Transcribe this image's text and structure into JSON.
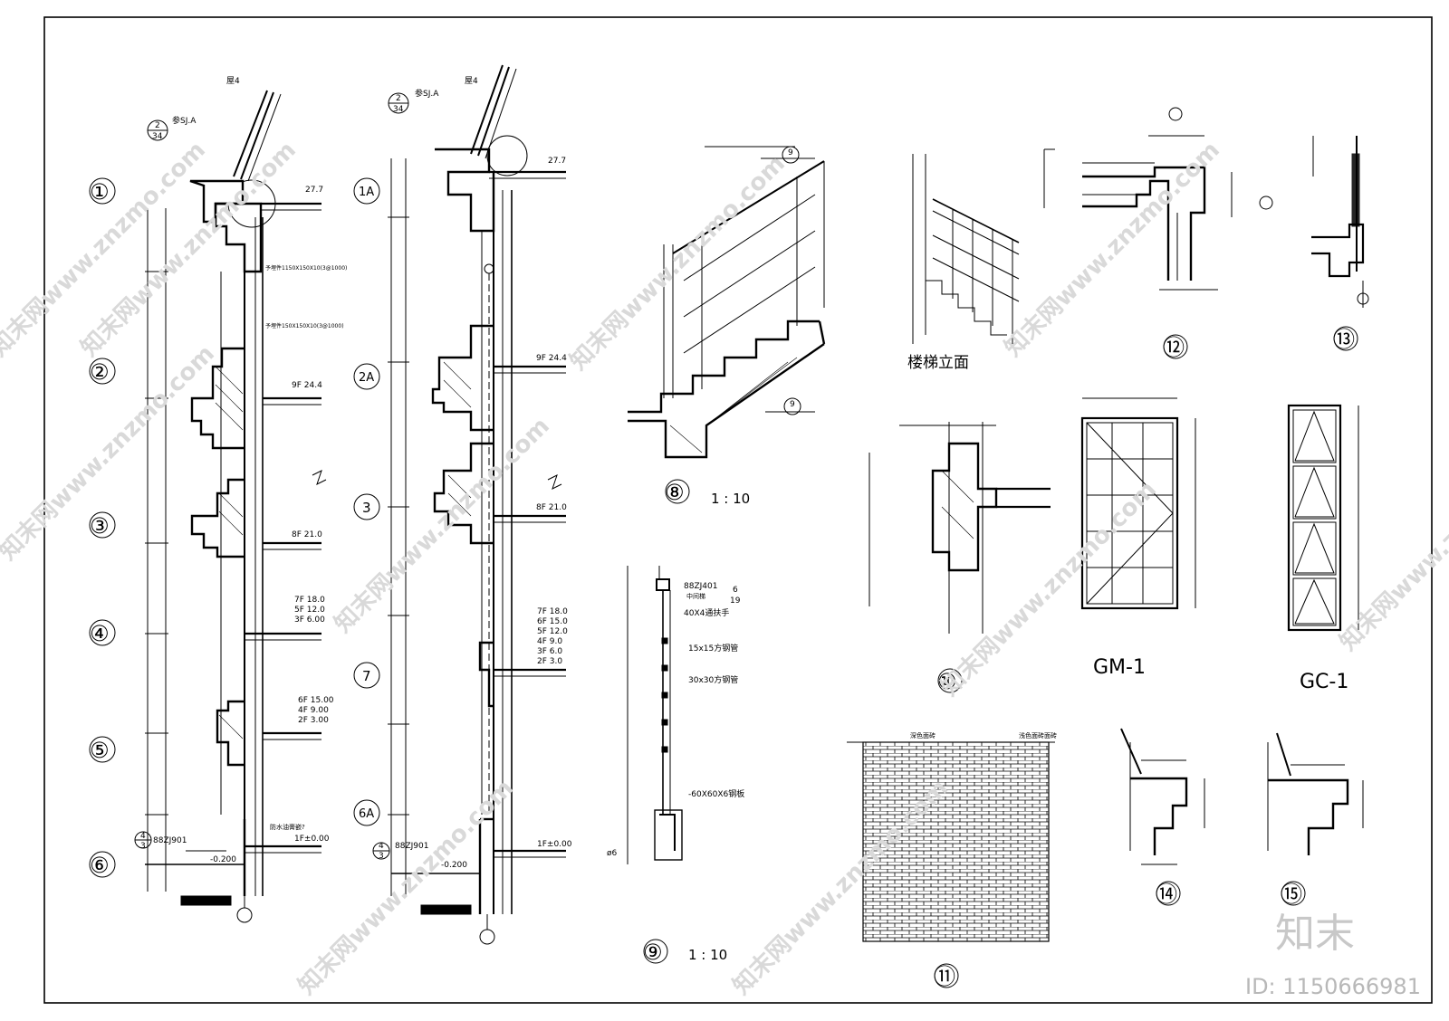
{
  "axis_labels_left": [
    "①",
    "②",
    "③",
    "④",
    "⑤",
    "⑥"
  ],
  "axis_labels_mid": [
    "1A",
    "2A",
    "3",
    "7",
    "6A"
  ],
  "section_a": {
    "ref_top": "参SJ.A",
    "note_top": "屋4",
    "idx_top": [
      "2",
      "34"
    ],
    "elev_roof": "27.7",
    "embed_1": "予埋件1150X150X10(3@1000)",
    "embed_2": "予埋件150X150X10(3@1000)",
    "floor_9": "9F 24.4",
    "floor_8": "8F 21.0",
    "floor_group_1": [
      "7F 18.0",
      "5F 12.0",
      "3F 6.00"
    ],
    "floor_group_2": [
      "6F 15.00",
      "4F 9.00",
      "2F 3.00"
    ],
    "ground": "1F±0.00",
    "outdoor": "-0.200",
    "ref_bottom": "88ZJ901",
    "idx_bottom": [
      "4",
      "3"
    ],
    "waterproof": "防水油膏嵌?"
  },
  "section_b": {
    "ref_top": "参SJ.A",
    "note_top": "屋4",
    "idx_top": [
      "2",
      "34"
    ],
    "elev_roof": "27.7",
    "floor_9": "9F 24.4",
    "floor_8": "8F 21.0",
    "floor_group": [
      "7F 18.0",
      "6F 15.0",
      "5F 12.0",
      "4F 9.0",
      "3F 6.0",
      "2F 3.0"
    ],
    "ground": "1F±0.00",
    "outdoor": "-0.200",
    "ref_bottom": "88ZJ901",
    "idx_bottom": [
      "4",
      "3"
    ]
  },
  "detail_8": {
    "num": "⑧",
    "scale": "1 : 10",
    "mark": "9"
  },
  "detail_9": {
    "num": "⑨",
    "scale": "1 : 10",
    "notes": [
      "88ZJ401",
      "中间梯",
      "40X4通扶手",
      "15x15方钢管",
      "30x30方钢管",
      "-60X60X6钢板"
    ],
    "idx": [
      "6",
      "19"
    ],
    "dia": "ø6"
  },
  "stair_elevation": "楼梯立面",
  "detail_10": "⑩",
  "detail_11": "⑪",
  "detail_12": "⑫",
  "detail_13": "⑬",
  "detail_14": "⑭",
  "detail_15": "⑮",
  "door": "GM-1",
  "window": "GC-1",
  "brick_notes": [
    "深色面砖",
    "浅色面砖面砖"
  ],
  "watermark": "知末网www.znzmo.com",
  "logo": "知末",
  "id_text": "ID: 1150666981"
}
